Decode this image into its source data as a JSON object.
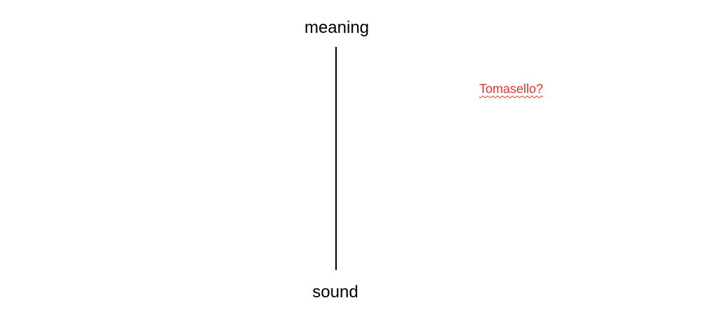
{
  "labels": {
    "top": "meaning",
    "bottom": "sound"
  },
  "note": {
    "text": "Tomasello?",
    "color": "#e8372a",
    "underline_color": "#e8372a"
  },
  "colors": {
    "line": "#000000",
    "text": "#000000",
    "background": "#ffffff"
  }
}
